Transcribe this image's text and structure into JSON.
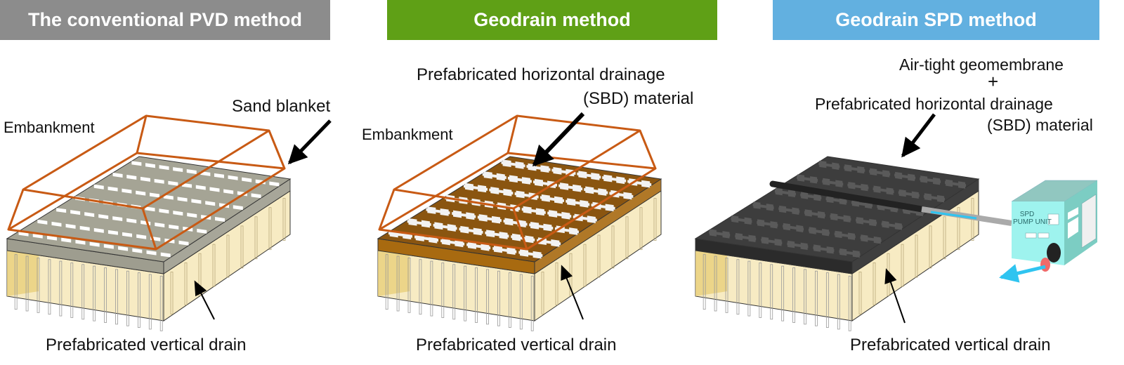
{
  "panels": [
    {
      "title": "The conventional PVD method",
      "color": "#8c8c8c",
      "labels": {
        "embankment": "Embankment",
        "top": "Sand blanket",
        "bottom": "Prefabricated vertical drain"
      }
    },
    {
      "title": "Geodrain method",
      "color": "#5fa016",
      "labels": {
        "embankment": "Embankment",
        "top_line1": "Prefabricated horizontal drainage",
        "top_line2": "(SBD) material",
        "bottom": "Prefabricated vertical drain"
      }
    },
    {
      "title": "Geodrain SPD method",
      "color": "#62b0e0",
      "labels": {
        "top_line1": "Air-tight geomembrane",
        "plus": "+",
        "top_line2": "Prefabricated horizontal drainage",
        "top_line3": "(SBD) material",
        "bottom": "Prefabricated vertical drain",
        "pump_line1": "SPD",
        "pump_line2": "PUMP UNIT"
      }
    }
  ],
  "colors": {
    "embankment_outline": "#c85a14",
    "soil": "#f7ebc3",
    "sand_blanket": "#a5a495",
    "sbd": "#8a5510",
    "geomembrane": "#3d3d3d",
    "pump": "#9ef3ee",
    "flow_arrow": "#2fc4f0"
  }
}
